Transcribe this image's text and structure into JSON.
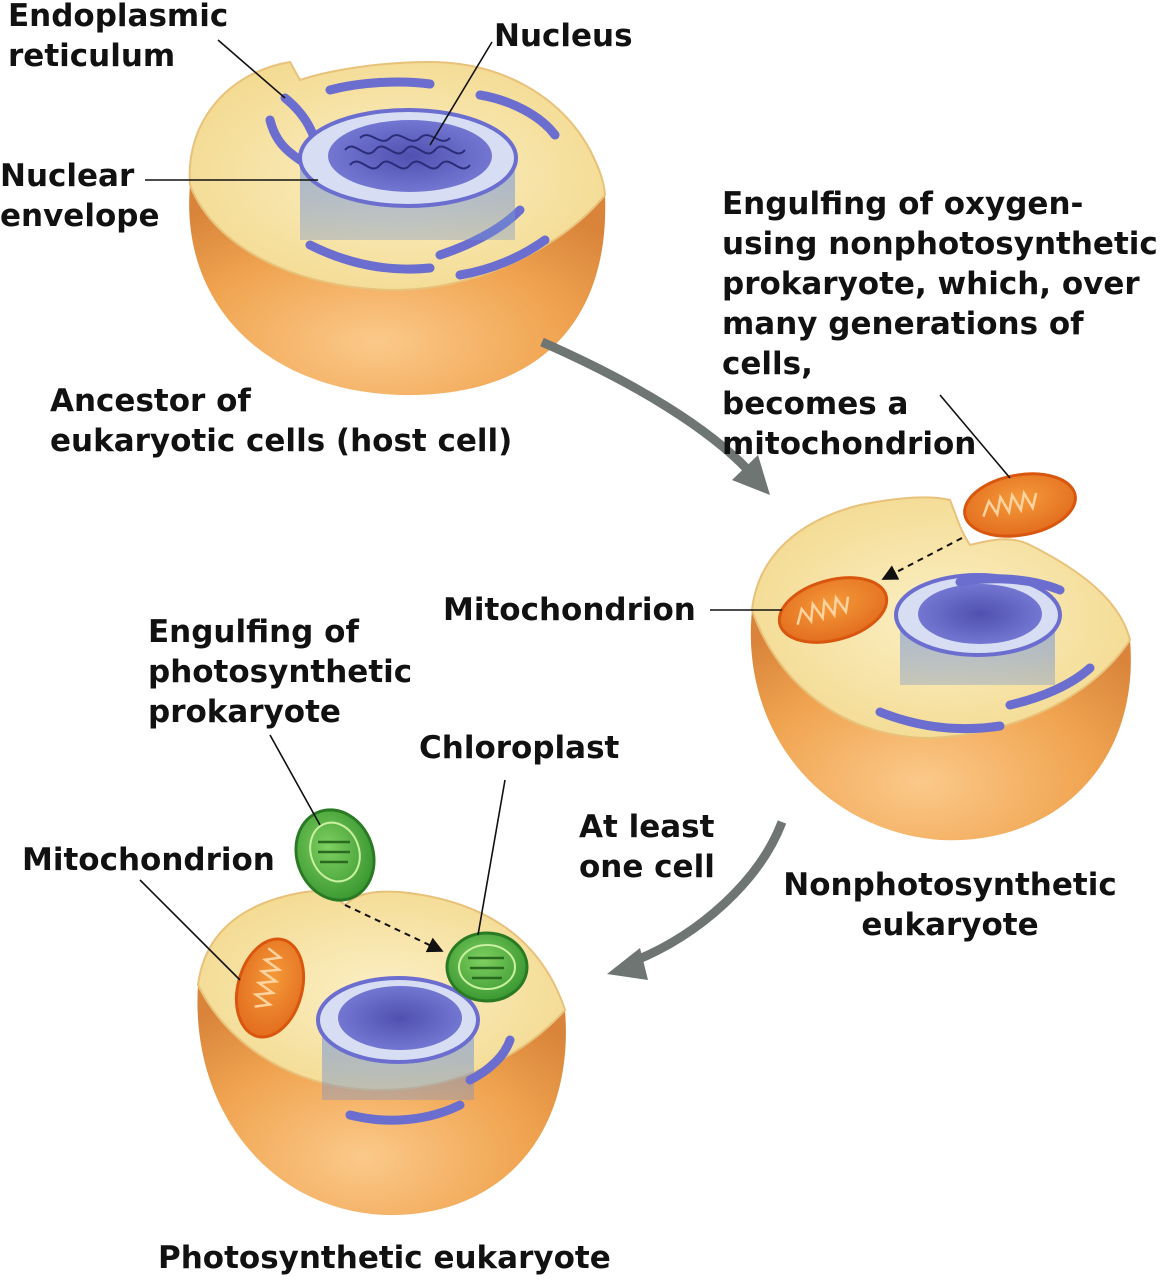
{
  "labels": {
    "endoplasmic_reticulum": "Endoplasmic\nreticulum",
    "nucleus": "Nucleus",
    "nuclear_envelope": "Nuclear\nenvelope",
    "ancestor": "Ancestor of\neukaryotic cells (host cell)",
    "engulfing_oxygen": "Engulfing of oxygen-\nusing nonphotosynthetic\nprokaryote, which, over\nmany generations of cells,\nbecomes a mitochondrion",
    "mitochondrion_middle": "Mitochondrion",
    "engulfing_photosynthetic": "Engulfing of\nphotosynthetic\nprokaryote",
    "chloroplast": "Chloroplast",
    "mitochondrion_bottom": "Mitochondrion",
    "at_least_one_cell": "At least\none cell",
    "nonphotosynthetic_eukaryote": "Nonphotosynthetic\neukaryote",
    "photosynthetic_eukaryote": "Photosynthetic eukaryote"
  },
  "colors": {
    "cell_outer": "#f0a450",
    "cell_inner": "#f8e4a6",
    "nucleus": "#5b5bbf",
    "er": "#6b6ecf",
    "mitochondrion": "#ef7a20",
    "chloroplast": "#3fa83a",
    "arrow": "#6e7572"
  }
}
